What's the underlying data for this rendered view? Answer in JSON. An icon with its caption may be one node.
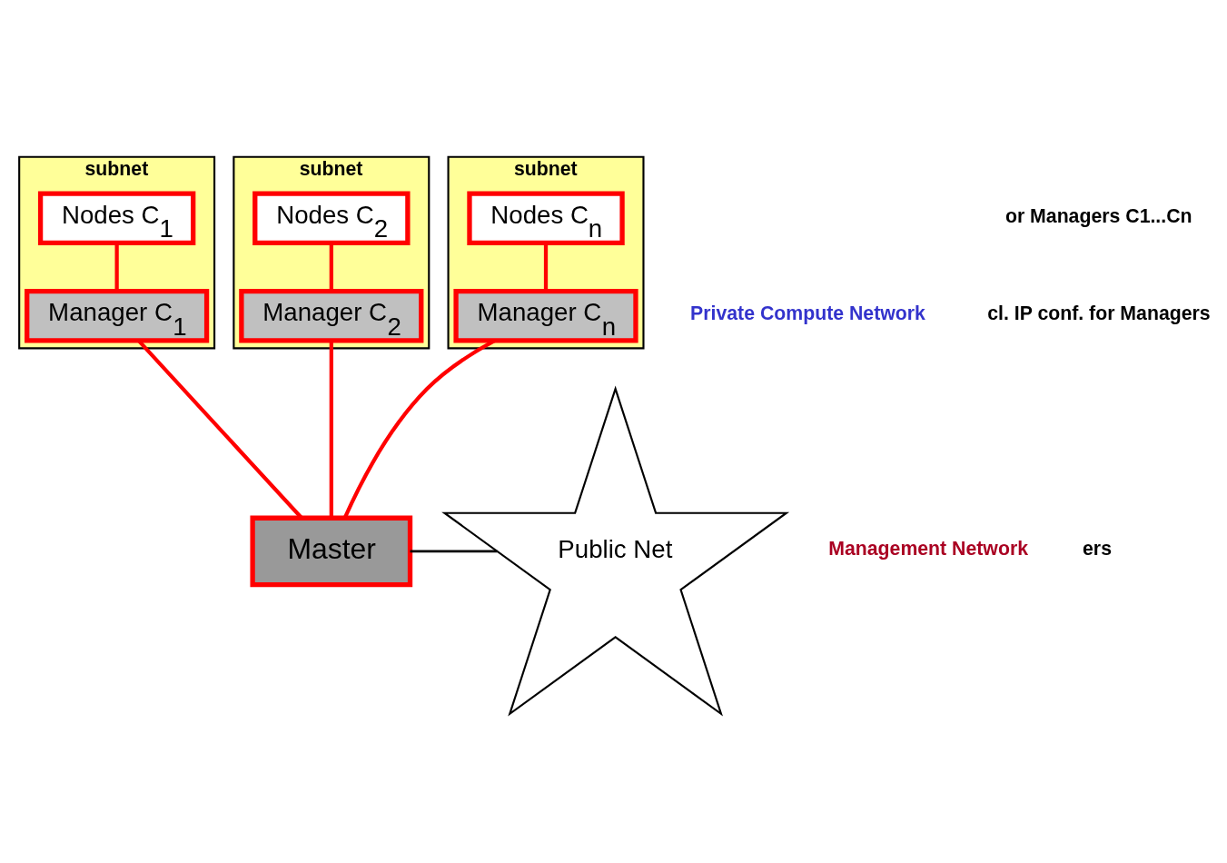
{
  "diagram": {
    "nodes": [
      {
        "text": [
          "subnet"
        ]
      },
      {
        "text": [
          "Nodes C$_{1}$"
        ],
        "in": 0
      },
      {
        "text": [
          "Manager C$_{1}$"
        ],
        "in": 0
      },
      {
        "text": [
          "subnet"
        ]
      },
      {
        "text": [
          "Nodes C$_{2}$"
        ],
        "in": 3
      },
      {
        "text": [
          "Manager C$_{2}$"
        ],
        "in": 3
      },
      {
        "text": [
          "subnet"
        ]
      },
      {
        "text": [
          "Nodes C$_{n}$"
        ],
        "in": 6
      },
      {
        "text": [
          "Manager C$_{n}$"
        ],
        "in": 6
      },
      {
        "text": [
          "Master"
        ]
      },
      {
        "text": [
          "Public Net"
        ]
      }
    ],
    "edges": [
      {
        "from": 1,
        "to": 2,
        "arrow": "none"
      },
      {
        "from": 4,
        "to": 5,
        "arrow": "none"
      },
      {
        "from": 7,
        "to": 8,
        "arrow": "none"
      },
      {
        "from": 2,
        "to": 9,
        "arrow": "none"
      },
      {
        "from": 5,
        "to": 9,
        "arrow": "none"
      },
      {
        "from": 8,
        "to": 9,
        "arrow": "none"
      },
      {
        "from": 9,
        "to": 10,
        "arrow": "none",
        "color": "#000000"
      }
    ],
    "labels": [
      "Private Compute Network",
      "Management Network",
      "or Managers C1...Cn",
      "cl. IP conf. for Managers",
      "ers"
    ]
  }
}
